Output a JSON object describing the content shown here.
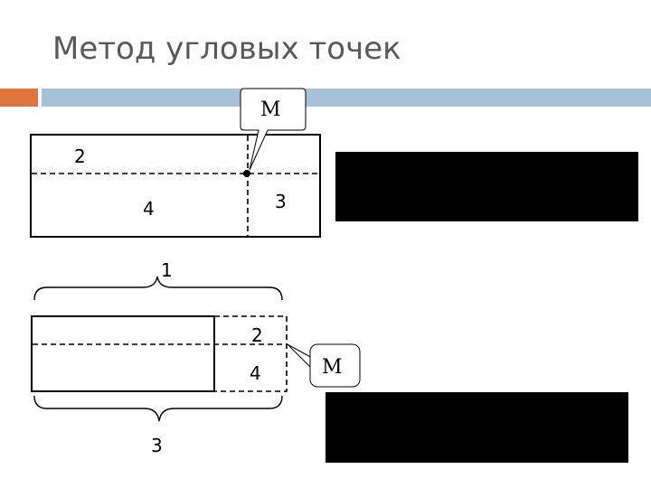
{
  "title": "Метод угловых точек",
  "colors": {
    "accent_orange": "#E0743E",
    "title_bar_blue": "#A9C0D9",
    "line": "#000000",
    "redaction": "#000000"
  },
  "top_diagram": {
    "label_2": "2",
    "label_4": "4",
    "label_3": "3",
    "label_1": "1",
    "callout_m": "М"
  },
  "bottom_diagram": {
    "label_2": "2",
    "label_4": "4",
    "label_3": "3",
    "callout_m": "М"
  }
}
